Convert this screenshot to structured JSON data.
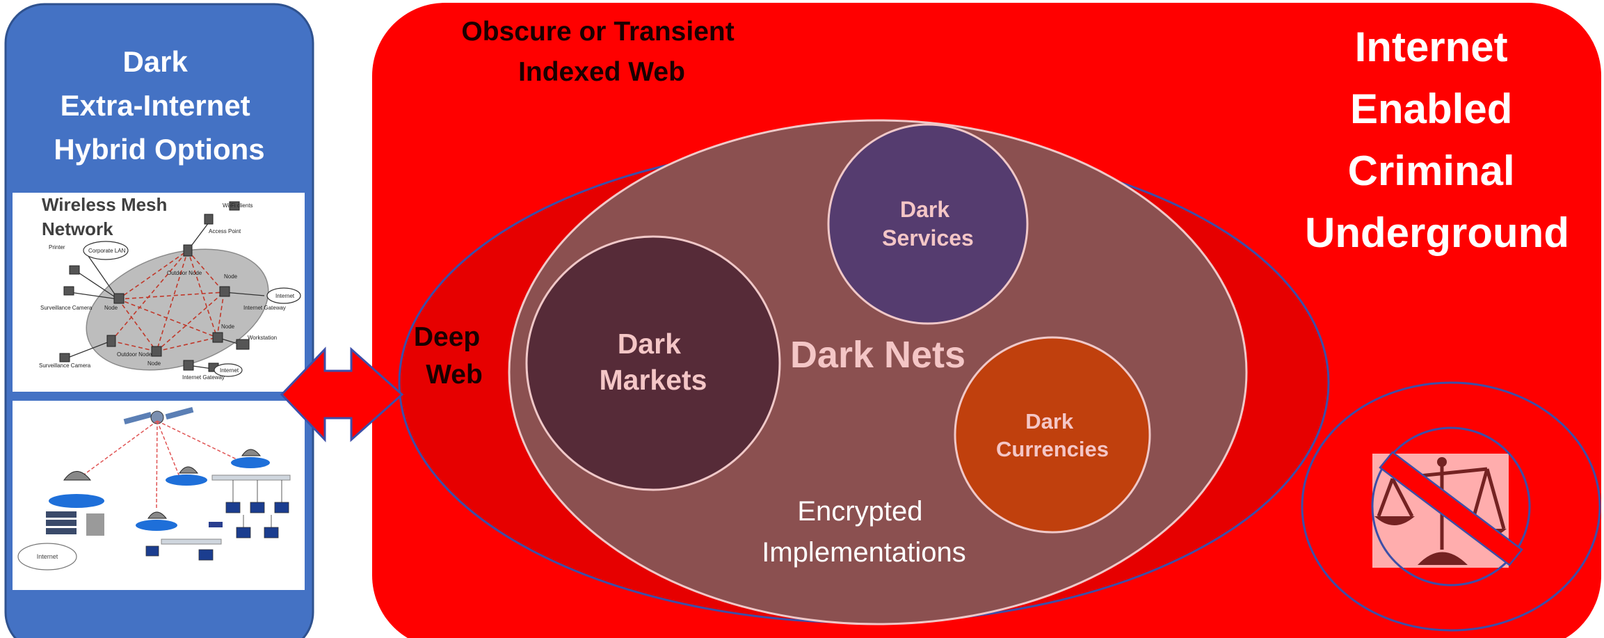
{
  "left_panel": {
    "title_lines": [
      "Dark",
      "Extra-Internet",
      "Hybrid Options"
    ],
    "mesh_panel": {
      "title_lines": [
        "Wireless Mesh",
        "Network"
      ],
      "labels": {
        "printer": "Printer",
        "corporate_lan": "Corporate LAN",
        "wifi_clients": "Wi-Fi clients",
        "access_point": "Access Point",
        "outdoor_node_top": "Outdoor Node",
        "node_a": "Node",
        "node_b": "Node",
        "node_c": "Node",
        "node_d": "Node",
        "surveillance_camera_top": "Surveillance Camera",
        "surveillance_camera_bottom": "Surveillance Camera",
        "internet_gateway_right": "Internet Gateway",
        "internet_cloud_right": "Internet",
        "workstation": "Workstation",
        "outdoor_node_bottom": "Outdoor Node",
        "internet_gateway_bottom": "Internet Gateway",
        "internet_cloud_bottom": "Internet"
      }
    },
    "satellite_panel": {
      "cloud_label": "Internet"
    }
  },
  "main_panel": {
    "title_lines": [
      "Internet",
      "Enabled",
      "Criminal",
      "Underground"
    ],
    "obscure_label_lines": [
      "Obscure or Transient",
      "Indexed Web"
    ],
    "deep_web_lines": [
      "Deep",
      "Web"
    ],
    "dark_nets_label": "Dark Nets",
    "encrypted_lines": [
      "Encrypted",
      "Implementations"
    ],
    "circles": {
      "markets_lines": [
        "Dark",
        "Markets"
      ],
      "services_lines": [
        "Dark",
        "Services"
      ],
      "currencies_lines": [
        "Dark",
        "Currencies"
      ]
    },
    "justice_icon": "broken-scales-of-justice-icon"
  },
  "colors": {
    "left_panel_blue": "#4472c4",
    "main_red": "#ff0000",
    "deep_web_red": "#e60000",
    "dark_nets_fill": "#8b5050",
    "markets_fill": "#562b38",
    "services_fill": "#553c6f",
    "currencies_fill": "#c0400d",
    "light_pink_text": "#f4c6c6"
  }
}
